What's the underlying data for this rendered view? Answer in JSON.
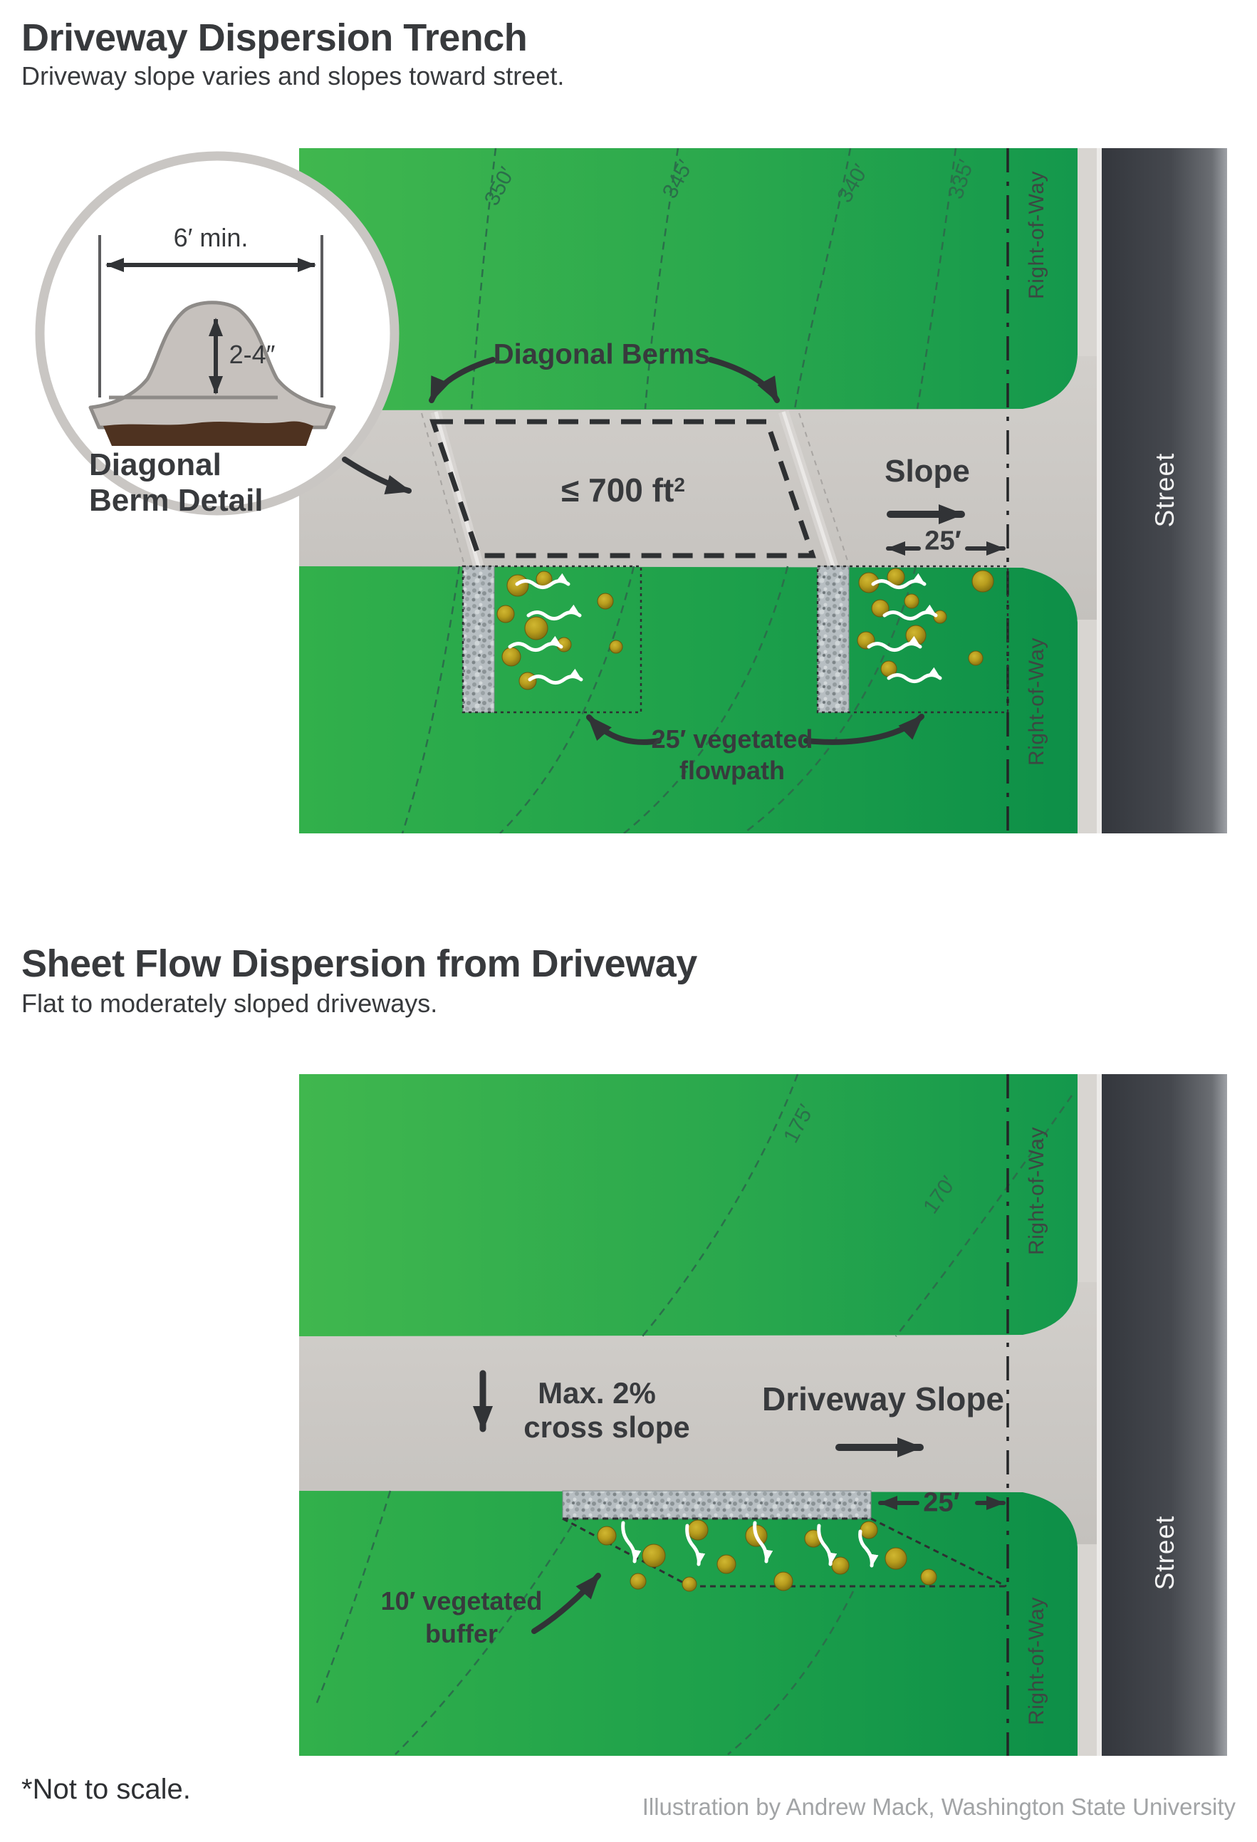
{
  "colors": {
    "green_light": "#3fb64d",
    "green_dark": "#0d8f48",
    "driveway_gray": "#c9c6c2",
    "street_dark": "#34373d",
    "contour_green": "#2b6f4a",
    "shrub_olive": "#b59a1b",
    "text_dark": "#383a3d"
  },
  "section1": {
    "title": "Driveway Dispersion Trench",
    "subtitle": "Driveway slope varies and slopes toward street.",
    "inset": {
      "width_label": "6′ min.",
      "height_label": "2-4″",
      "caption_line1": "Diagonal",
      "caption_line2": "Berm Detail"
    },
    "diagram": {
      "contours": [
        "350′",
        "345′",
        "340′",
        "335′"
      ],
      "right_of_way_upper": "Right-of-Way",
      "right_of_way_lower": "Right-of-Way",
      "street": "Street",
      "berms_label": "Diagonal Berms",
      "area_value": "≤ 700 ft",
      "area_sup": "2",
      "slope_label": "Slope",
      "setback_label": "25′",
      "flowpath_line1": "25′ vegetated",
      "flowpath_line2": "flowpath"
    }
  },
  "section2": {
    "title": "Sheet Flow Dispersion from Driveway",
    "subtitle": "Flat to moderately sloped driveways.",
    "diagram": {
      "contours": [
        "175′",
        "170′"
      ],
      "right_of_way_upper": "Right-of-Way",
      "right_of_way_lower": "Right-of-Way",
      "street": "Street",
      "cross_slope_line1": "Max. 2%",
      "cross_slope_line2": "cross slope",
      "slope_label": "Driveway Slope",
      "setback_label": "25′",
      "buffer_line1": "10′ vegetated",
      "buffer_line2": "buffer"
    }
  },
  "footer": {
    "note": "*Not to scale.",
    "credit": "Illustration by Andrew Mack, Washington State University"
  }
}
